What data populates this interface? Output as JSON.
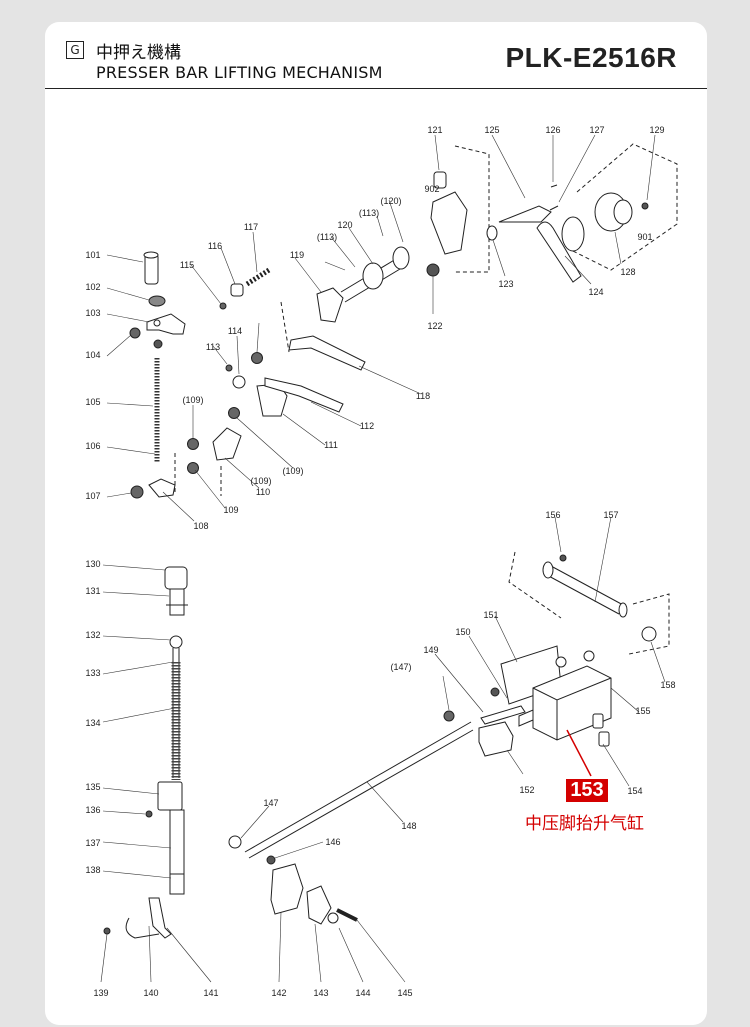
{
  "header": {
    "section_letter": "G",
    "title_jp": "中押え機構",
    "title_en": "PRESSER BAR LIFTING MECHANISM",
    "model": "PLK-E2516R"
  },
  "callout": {
    "part_number": "153",
    "description": "中压脚抬升气缸",
    "color": "#d40000"
  },
  "part_labels": [
    "101",
    "102",
    "103",
    "104",
    "105",
    "106",
    "107",
    "108",
    "109",
    "(109)",
    "(109)",
    "(109)",
    "110",
    "111",
    "112",
    "113",
    "(113)",
    "(113)",
    "114",
    "115",
    "116",
    "117",
    "118",
    "119",
    "120",
    "(120)",
    "121",
    "122",
    "123",
    "124",
    "125",
    "126",
    "127",
    "128",
    "129",
    "901",
    "902",
    "130",
    "131",
    "132",
    "133",
    "134",
    "135",
    "136",
    "137",
    "138",
    "139",
    "140",
    "141",
    "142",
    "143",
    "144",
    "145",
    "146",
    "147",
    "(147)",
    "148",
    "149",
    "150",
    "151",
    "152",
    "154",
    "155",
    "156",
    "157",
    "158"
  ]
}
